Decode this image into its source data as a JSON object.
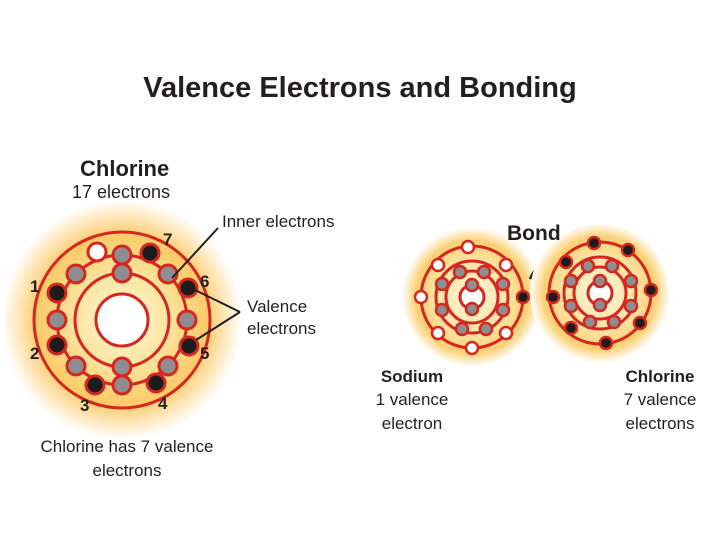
{
  "title": "Valence Electrons and Bonding",
  "chlorine_panel": {
    "heading": "Chlorine",
    "subtitle": "17 electrons",
    "inner_label": "Inner electrons",
    "valence_label": "Valence\nelectrons",
    "caption": "Chlorine has 7 valence\nelectrons",
    "numbers": [
      "1",
      "2",
      "3",
      "4",
      "5",
      "6",
      "7"
    ]
  },
  "bond_panel": {
    "bond_label": "Bond",
    "sodium": {
      "name": "Sodium",
      "desc": "1 valence\nelectron"
    },
    "chlorine": {
      "name": "Chlorine",
      "desc": "7 valence\nelectrons"
    }
  },
  "colors": {
    "shell": "#d7261e",
    "inner_electron": "#8e8e92",
    "valence_electron": "#1c1c1c",
    "glow": "#fcd36b",
    "empty_electron": "#ffffff"
  }
}
